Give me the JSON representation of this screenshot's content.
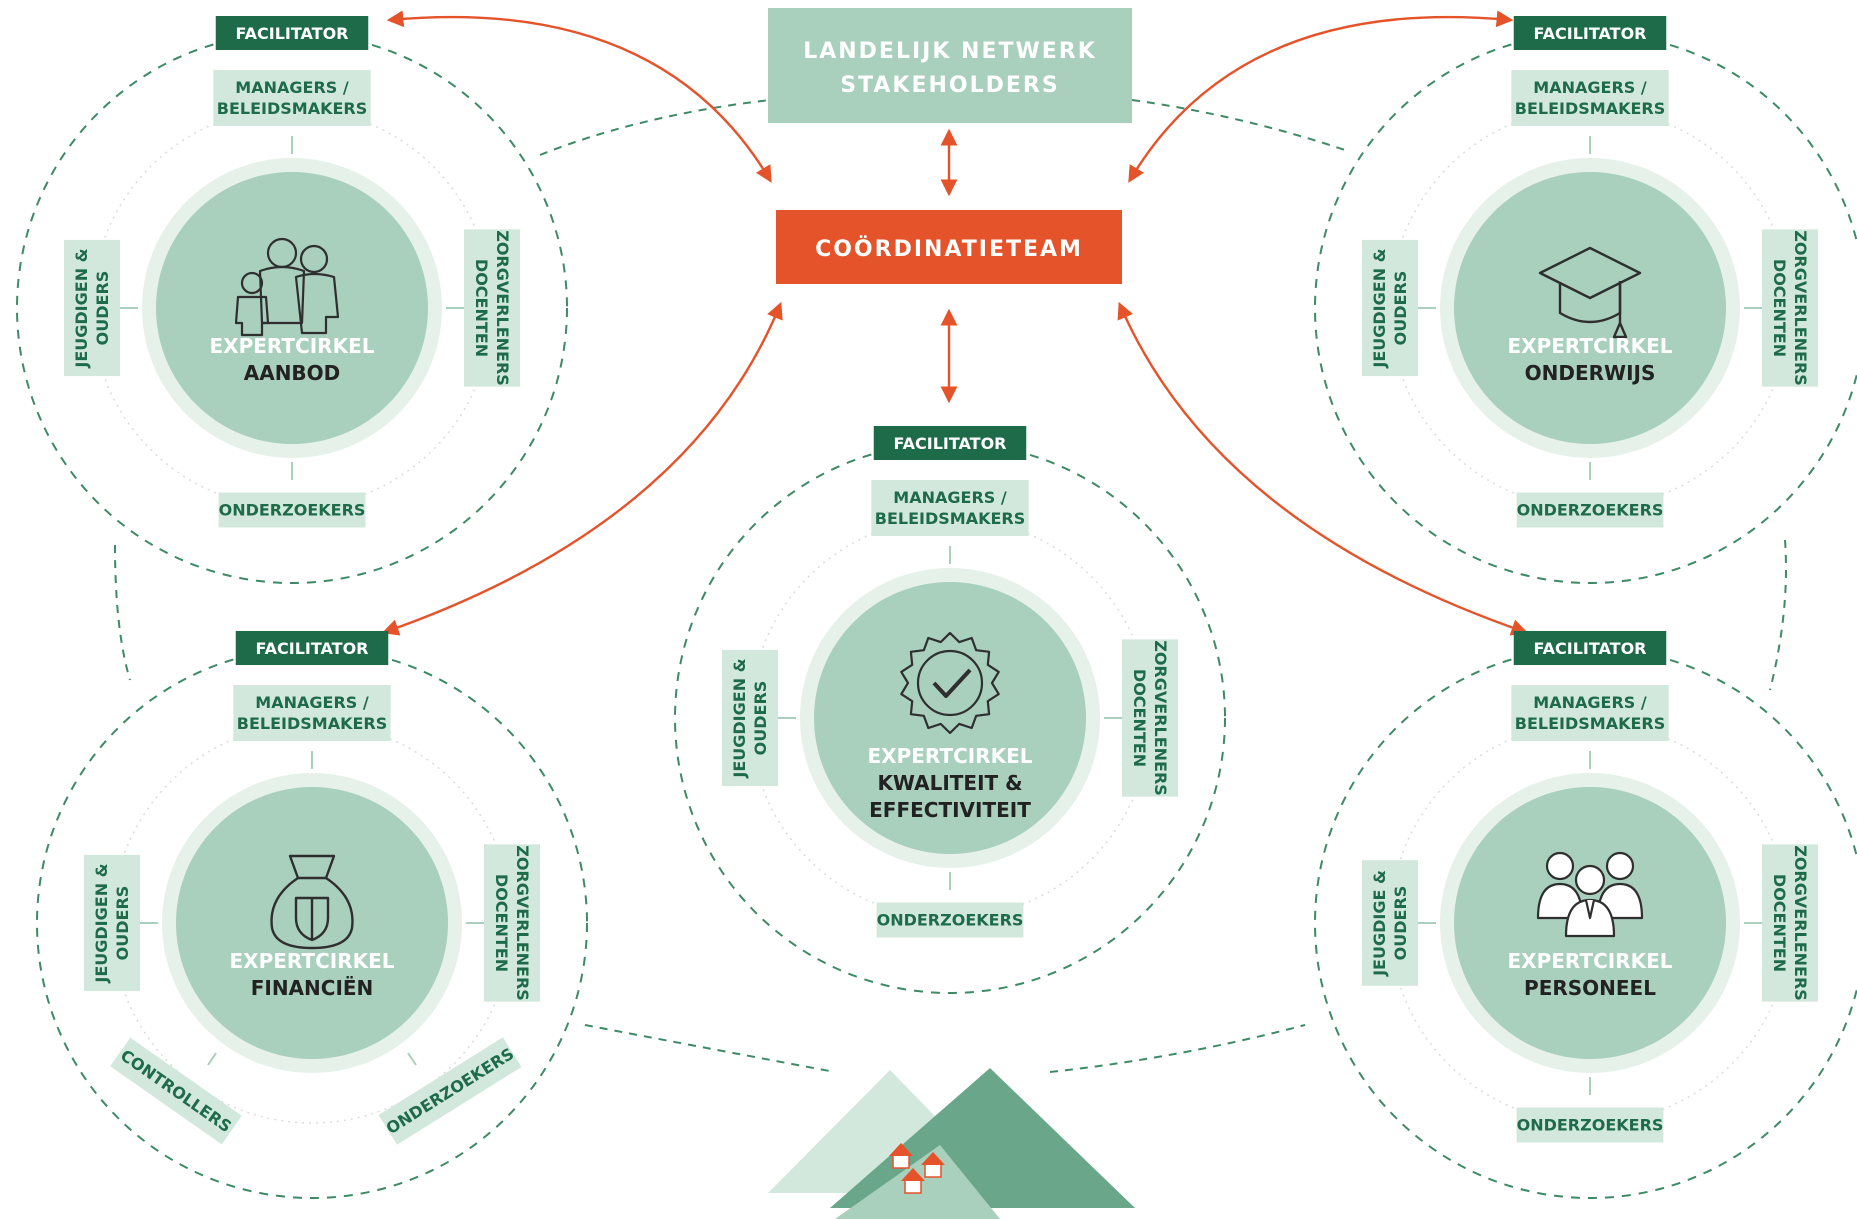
{
  "stakeholders": {
    "lines": [
      "LANDELIJK NETWERK",
      "STAKEHOLDERS"
    ]
  },
  "coordination": {
    "label": "COÖRDINATIETEAM"
  },
  "colors": {
    "dark_green": "#1e6b4a",
    "mid_green": "#a9cfbd",
    "light_green": "#d3e8dd",
    "pale_ring": "#e6f1ea",
    "orange": "#e4532a",
    "dash": "#3f8a66"
  },
  "circles": [
    {
      "id": "aanbod",
      "title_top": "EXPERTCIRKEL",
      "title_bottom": [
        "AANBOD"
      ],
      "icon": "family-icon",
      "facilitator": "FACILITATOR",
      "top": [
        "MANAGERS /",
        "BELEIDSMAKERS"
      ],
      "left": [
        "JEUGDIGEN &",
        "OUDERS"
      ],
      "right": [
        "ZORGVERLENERS",
        "DOCENTEN"
      ],
      "bottom": [
        "ONDERZOEKERS"
      ]
    },
    {
      "id": "onderwijs",
      "title_top": "EXPERTCIRKEL",
      "title_bottom": [
        "ONDERWIJS"
      ],
      "icon": "graduation-cap-icon",
      "facilitator": "FACILITATOR",
      "top": [
        "MANAGERS /",
        "BELEIDSMAKERS"
      ],
      "left": [
        "JEUGDIGEN &",
        "OUDERS"
      ],
      "right": [
        "ZORGVERLENERS",
        "DOCENTEN"
      ],
      "bottom": [
        "ONDERZOEKERS"
      ]
    },
    {
      "id": "kwaliteit",
      "title_top": "EXPERTCIRKEL",
      "title_bottom": [
        "KWALITEIT &",
        "EFFECTIVITEIT"
      ],
      "icon": "quality-seal-icon",
      "facilitator": "FACILITATOR",
      "top": [
        "MANAGERS /",
        "BELEIDSMAKERS"
      ],
      "left": [
        "JEUGDIGEN &",
        "OUDERS"
      ],
      "right": [
        "ZORGVERLENERS",
        "DOCENTEN"
      ],
      "bottom": [
        "ONDERZOEKERS"
      ]
    },
    {
      "id": "financien",
      "title_top": "EXPERTCIRKEL",
      "title_bottom": [
        "FINANCIËN"
      ],
      "icon": "money-bag-icon",
      "facilitator": "FACILITATOR",
      "top": [
        "MANAGERS /",
        "BELEIDSMAKERS"
      ],
      "left": [
        "JEUGDIGEN &",
        "OUDERS"
      ],
      "right": [
        "ZORGVERLENERS",
        "DOCENTEN"
      ],
      "bottom_left": [
        "CONTROLLERS"
      ],
      "bottom_right": [
        "ONDERZOEKERS"
      ]
    },
    {
      "id": "personeel",
      "title_top": "EXPERTCIRKEL",
      "title_bottom": [
        "PERSONEEL"
      ],
      "icon": "team-icon",
      "facilitator": "FACILITATOR",
      "top": [
        "MANAGERS /",
        "BELEIDSMAKERS"
      ],
      "left": [
        "JEUGDIGE &",
        "OUDERS"
      ],
      "right": [
        "ZORGVERLENERS",
        "DOCENTEN"
      ],
      "bottom": [
        "ONDERZOEKERS"
      ]
    }
  ]
}
